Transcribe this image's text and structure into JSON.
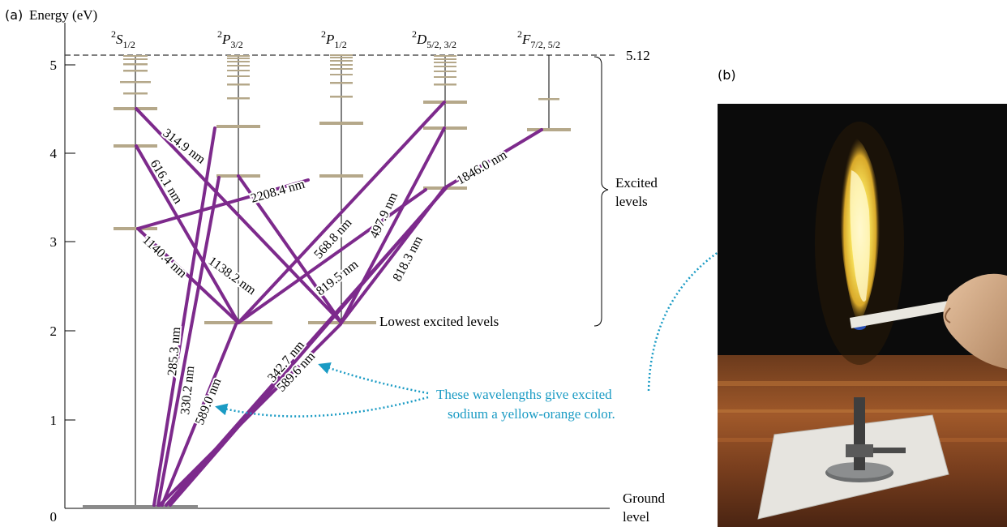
{
  "panel_a": {
    "label": "(a)",
    "axis_title": "Energy (eV)",
    "y_ticks": [
      "0",
      "1",
      "2",
      "3",
      "4",
      "5"
    ],
    "ionization_value": "5.12",
    "columns": [
      {
        "base": "2",
        "letter": "S",
        "sub": "1/2"
      },
      {
        "base": "2",
        "letter": "P",
        "sub": "3/2"
      },
      {
        "base": "2",
        "letter": "P",
        "sub": "1/2"
      },
      {
        "base": "2",
        "letter": "D",
        "sub": "5/2, 3/2"
      },
      {
        "base": "2",
        "letter": "F",
        "sub": "7/2, 5/2"
      }
    ],
    "bracket_label_1": "Excited",
    "bracket_label_2": "levels",
    "lowest_label": "Lowest excited levels",
    "ground_label_1": "Ground",
    "ground_label_2": "level",
    "wavelengths": [
      "314.9 nm",
      "616.1 nm",
      "2208.4 nm",
      "1140.4 nm",
      "1138.2 nm",
      "568.8 nm",
      "497.9 nm",
      "1846.0 nm",
      "819.5 nm",
      "818.3 nm",
      "285.3 nm",
      "330.2 nm",
      "589.0 nm",
      "342.7 nm",
      "589.6 nm"
    ],
    "annotation_1": "These wavelengths give excited",
    "annotation_2": "sodium a yellow-orange color."
  },
  "panel_b": {
    "label": "(b)"
  },
  "colors": {
    "transition": "#7d2a8c",
    "level": "#b5a88a",
    "annotation": "#1a9bc4"
  }
}
